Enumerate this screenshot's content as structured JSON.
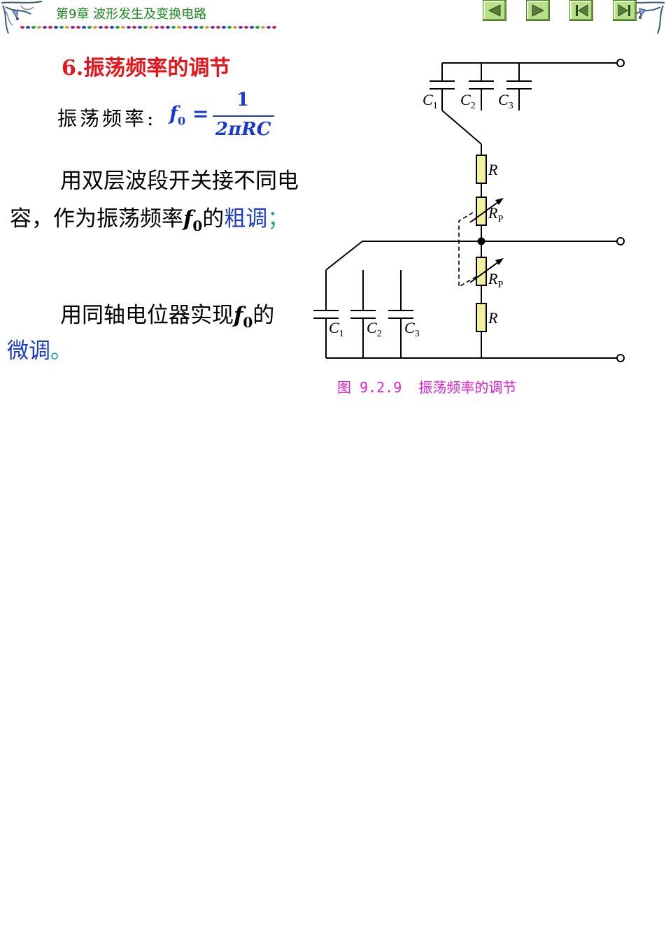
{
  "header": {
    "chapter_title": "第9章  波形发生及变换电路",
    "nav": [
      "previous",
      "next",
      "first",
      "last"
    ]
  },
  "section": {
    "title": "6.振荡频率的调节"
  },
  "formula": {
    "label": "振荡频率:",
    "lhs_symbol": "f",
    "lhs_sub": "0",
    "equals": "=",
    "numerator": "1",
    "denominator": "2πRC"
  },
  "paragraph1": {
    "line1": "用双层波段开关接不同电",
    "line2_text": "容，作为振荡频率",
    "symbol": "f",
    "symbol_sub": "0",
    "mid": "的",
    "highlight": "粗调",
    "end": "；"
  },
  "paragraph2": {
    "line1_text": "用同轴电位器实现",
    "symbol": "f",
    "symbol_sub": "0",
    "line1_end": "的",
    "highlight": "微调",
    "end": "。"
  },
  "figure": {
    "caption": "图 9.2.9  振荡频率的调节",
    "labels": {
      "c1": "C",
      "c1_sub": "1",
      "c2": "C",
      "c2_sub": "2",
      "c3": "C",
      "c3_sub": "3",
      "r": "R",
      "rp": "R",
      "rp_sub": "P"
    }
  },
  "colors": {
    "title_red": "#e8141c",
    "chapter_green": "#1a8a1a",
    "formula_blue": "#1a3ad0",
    "caption_magenta": "#e020d0",
    "resistor_fill": "#f4f0a0"
  }
}
